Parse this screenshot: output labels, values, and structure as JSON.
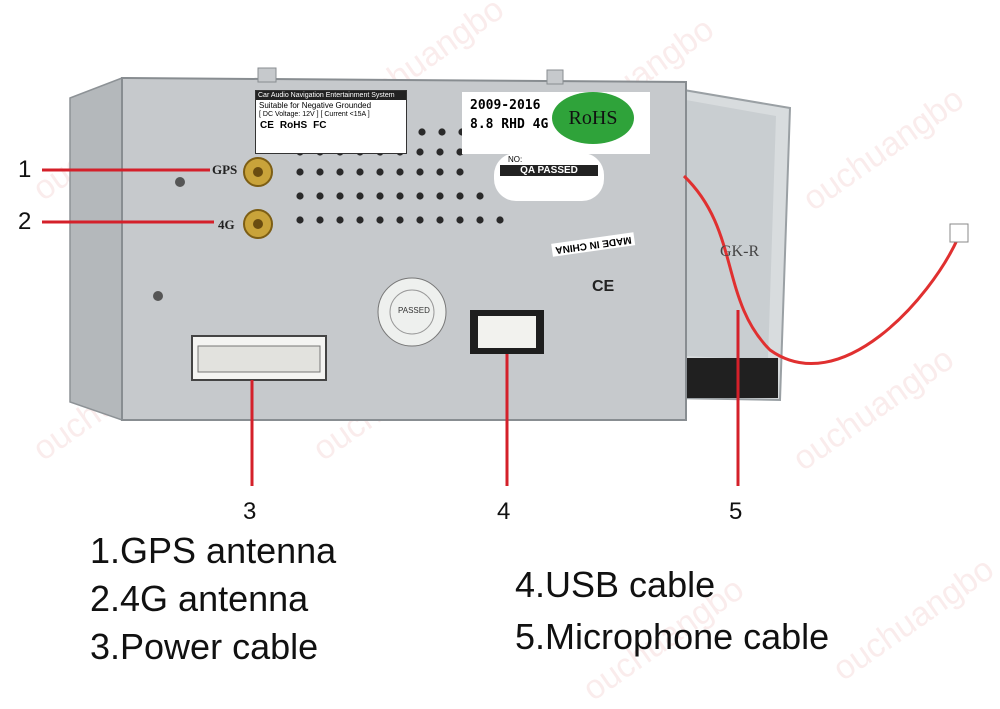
{
  "device": {
    "sticker_main": {
      "title": "Car Audio Navigation Entertainment System",
      "line1": "Suitable for Negative Grounded",
      "line2": "[ DC Voltage: 12V ]   [ Current <15A ]",
      "marks": [
        "CE",
        "RoHS",
        "FC"
      ]
    },
    "model_sticker": {
      "line1": "2009-2016",
      "line2": "8.8 RHD 4G"
    },
    "rohs_badge": "RoHS",
    "qa_sticker": {
      "no_label": "NO:",
      "status": "QA PASSED"
    },
    "made_in": "MADE IN CHINA",
    "ce_mark": "CE",
    "side_marking": "GK-R",
    "port_labels": {
      "gps": "GPS",
      "4g": "4G"
    },
    "round_stamp": "PASSED"
  },
  "callouts": [
    "1",
    "2",
    "3",
    "4",
    "5"
  ],
  "legend": {
    "left": [
      "1.GPS antenna",
      "2.4G antenna",
      "3.Power cable"
    ],
    "right": [
      "4.USB cable",
      "5.Microphone cable"
    ]
  },
  "watermark": "ouchuangbo",
  "colors": {
    "callout_line": "#d4202a",
    "chassis": "#c9ccce",
    "cable": "#e03030"
  }
}
